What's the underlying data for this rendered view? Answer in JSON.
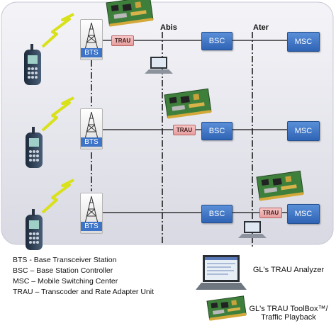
{
  "interfaces": {
    "abis": "Abis",
    "ater": "Ater"
  },
  "nodes": {
    "bts": "BTS",
    "bsc": "BSC",
    "msc": "MSC",
    "trau": "TRAU"
  },
  "legend": [
    "BTS - Base Transceiver Station",
    "BSC – Base Station Controller",
    "MSC – Mobile Switching Center",
    "TRAU – Transcoder and Rate Adapter Unit"
  ],
  "tools": {
    "analyzer": "GL's TRAU  Analyzer",
    "toolbox_line1": "GL's TRAU  ToolBox™/",
    "toolbox_line2": "Traffic Playback"
  },
  "colors": {
    "node_blue": "#3d74c8",
    "trau_pink": "#f2b8b8",
    "panel": "#e9e9f1"
  },
  "icons": [
    "mobile-phone-icon",
    "lightning-signal-icon",
    "tower-icon",
    "circuit-board-icon",
    "laptop-icon"
  ]
}
